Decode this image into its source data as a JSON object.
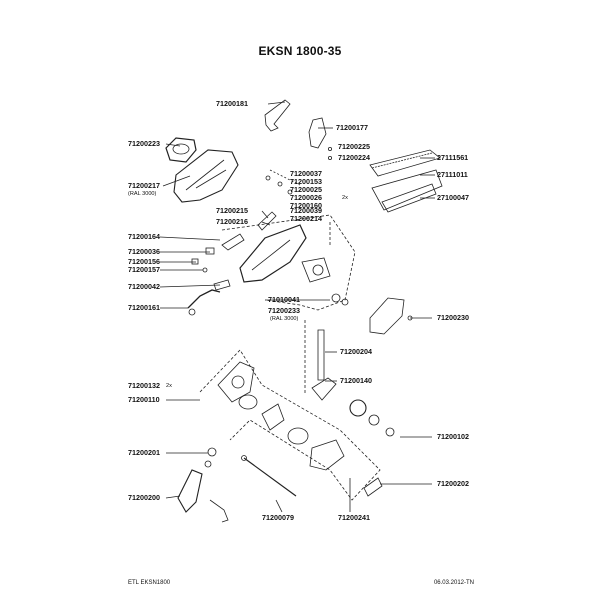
{
  "title": "EKSN 1800-35",
  "footer": {
    "left": "ETL EKSN1800",
    "right": "06.03.2012-TN"
  },
  "parts": {
    "p71200181": "71200181",
    "p71200177": "71200177",
    "p71200223": "71200223",
    "p71200225": "71200225",
    "p71200224": "71200224",
    "p27111561": "27111561",
    "p27111011": "27111011",
    "p27100047": "27100047",
    "p71200217": "71200217",
    "ral_a": "(RAL 3000)",
    "p71200037": "71200037",
    "p71200153": "71200153",
    "p71200025": "71200025",
    "p71200026": "71200026",
    "p71200026_qty": "2x",
    "p71200160": "71200160",
    "p71200215": "71200215",
    "p71200039": "71200039",
    "p71200216": "71200216",
    "p71200214": "71200214",
    "p71200164": "71200164",
    "p71200036": "71200036",
    "p71200156": "71200156",
    "p71200157": "71200157",
    "p71200042": "71200042",
    "p71200161": "71200161",
    "p71010041": "71010041",
    "p71200233": "71200233",
    "ral_b": "(RAL 3000)",
    "p71200230": "71200230",
    "p71200204": "71200204",
    "p71200132": "71200132",
    "p71200132_qty": "2x",
    "p71200110": "71200110",
    "p71200140": "71200140",
    "p71200102": "71200102",
    "p71200201": "71200201",
    "p71200202": "71200202",
    "p71200200": "71200200",
    "p71200079": "71200079",
    "p71200241": "71200241"
  }
}
